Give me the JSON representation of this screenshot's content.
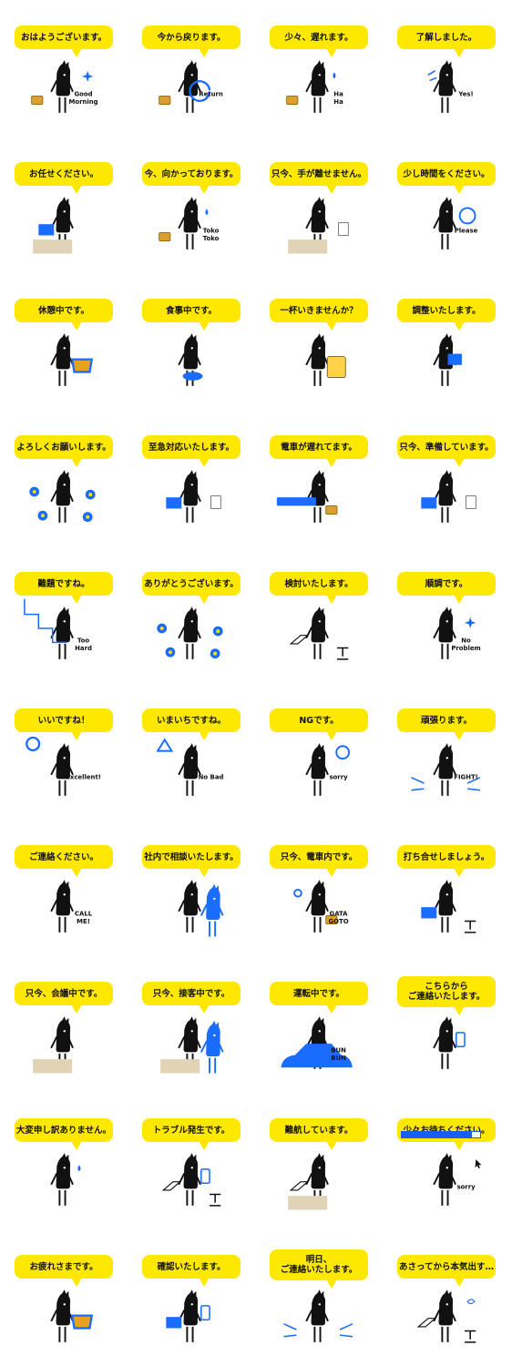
{
  "accent_yellow": "#ffe800",
  "accent_blue": "#1a6cff",
  "stickers": [
    {
      "text": "おはようございます。",
      "caption": "Good\nMorning",
      "props": [
        "briefcase-icon",
        "sparkle-icon"
      ]
    },
    {
      "text": "今から戻ります。",
      "caption": "Return",
      "props": [
        "briefcase-icon",
        "return-arrow-icon"
      ]
    },
    {
      "text": "少々、遅れます。",
      "caption": "Ha\nHa",
      "props": [
        "briefcase-icon",
        "sweat-icon"
      ]
    },
    {
      "text": "了解しました。",
      "caption": "Yes!",
      "props": [
        "salute-lines-icon"
      ]
    },
    {
      "text": "お任せください。",
      "caption": "",
      "props": [
        "monitor-icon",
        "desk-icon"
      ]
    },
    {
      "text": "今、向かっております。",
      "caption": "Toko\nToko",
      "props": [
        "briefcase-icon",
        "sweat-icon"
      ]
    },
    {
      "text": "只今、手が離せません。",
      "caption": "",
      "props": [
        "papers-icon",
        "desk-icon"
      ]
    },
    {
      "text": "少し時間をください。",
      "caption": "Please",
      "props": [
        "clock-icon"
      ]
    },
    {
      "text": "休憩中です。",
      "caption": "",
      "props": [
        "coffee-cup-icon"
      ]
    },
    {
      "text": "食事中です。",
      "caption": "",
      "props": [
        "fork-icon",
        "knife-icon",
        "dishes-icon"
      ]
    },
    {
      "text": "一杯いきませんか？",
      "caption": "",
      "props": [
        "beer-mug-icon"
      ]
    },
    {
      "text": "調整いたします。",
      "caption": "",
      "props": [
        "book-icon"
      ]
    },
    {
      "text": "よろしくお願いします。",
      "caption": "",
      "props": [
        "flower-icon"
      ]
    },
    {
      "text": "至急対応いたします。",
      "caption": "",
      "props": [
        "monitor-icon",
        "paper-icon"
      ]
    },
    {
      "text": "電車が遅れてます。",
      "caption": "",
      "props": [
        "train-icon",
        "briefcase-icon"
      ]
    },
    {
      "text": "只今、準備しています。",
      "caption": "",
      "props": [
        "monitor-icon",
        "paper-stack-icon"
      ]
    },
    {
      "text": "難題ですね。",
      "caption": "Too\nHard",
      "props": [
        "stairs-icon"
      ]
    },
    {
      "text": "ありがとうございます。",
      "caption": "",
      "props": [
        "flower-icon"
      ]
    },
    {
      "text": "検討いたします。",
      "caption": "",
      "props": [
        "laptop-icon",
        "chair-icon"
      ]
    },
    {
      "text": "順調です。",
      "caption": "No\nProblem",
      "props": [
        "sparkle-icon"
      ]
    },
    {
      "text": "いいですね！",
      "caption": "Excellent!",
      "props": [
        "circle-sign-icon"
      ]
    },
    {
      "text": "いまいちですね。",
      "caption": "No Bad",
      "props": [
        "triangle-sign-icon"
      ]
    },
    {
      "text": "NGです。",
      "caption": "sorry",
      "props": [
        "cross-sign-icon"
      ]
    },
    {
      "text": "頑張ります。",
      "caption": "FIGHT!",
      "props": [
        "burst-lines-icon"
      ]
    },
    {
      "text": "ご連絡ください。",
      "caption": "CALL\nME!",
      "props": []
    },
    {
      "text": "社内で相談いたします。",
      "caption": "",
      "props": [
        "colleague-icon"
      ]
    },
    {
      "text": "只今、電車内です。",
      "caption": "GATA\nGOTO",
      "props": [
        "strap-icon",
        "briefcase-icon"
      ]
    },
    {
      "text": "打ち合せしましょう。",
      "caption": "",
      "props": [
        "monitor-icon",
        "chair-icon"
      ]
    },
    {
      "text": "只今、会議中です。",
      "caption": "",
      "props": [
        "meeting-table-icon"
      ]
    },
    {
      "text": "只今、接客中です。",
      "caption": "",
      "props": [
        "meeting-table-icon",
        "colleague-icon"
      ]
    },
    {
      "text": "運転中です。",
      "caption": "BUN\nBUN",
      "props": [
        "car-icon"
      ]
    },
    {
      "text": "こちらから\nご連絡いたします。",
      "caption": "",
      "props": [
        "phone-icon"
      ]
    },
    {
      "text": "大変申し訳ありません。",
      "caption": "",
      "props": [
        "sweat-icon"
      ]
    },
    {
      "text": "トラブル発生です。",
      "caption": "",
      "props": [
        "laptop-icon",
        "phone-icon",
        "chair-icon"
      ]
    },
    {
      "text": "難航しています。",
      "caption": "",
      "props": [
        "laptop-icon",
        "desk-icon"
      ]
    },
    {
      "text": "少々お待ちください。",
      "caption": "sorry",
      "props": [
        "progress-bar-icon",
        "cursor-icon"
      ],
      "progress": 0.9
    },
    {
      "text": "お疲れさまです。",
      "caption": "",
      "props": [
        "tea-cup-icon"
      ]
    },
    {
      "text": "確認いたします。",
      "caption": "",
      "props": [
        "monitor-icon",
        "phone-icon"
      ]
    },
    {
      "text": "明日、\nご連絡いたします。",
      "caption": "",
      "props": [
        "burst-lines-icon"
      ]
    },
    {
      "text": "あさってから本気出す…",
      "caption": "",
      "props": [
        "laptop-icon",
        "chair-icon",
        "scribble-icon"
      ]
    }
  ]
}
